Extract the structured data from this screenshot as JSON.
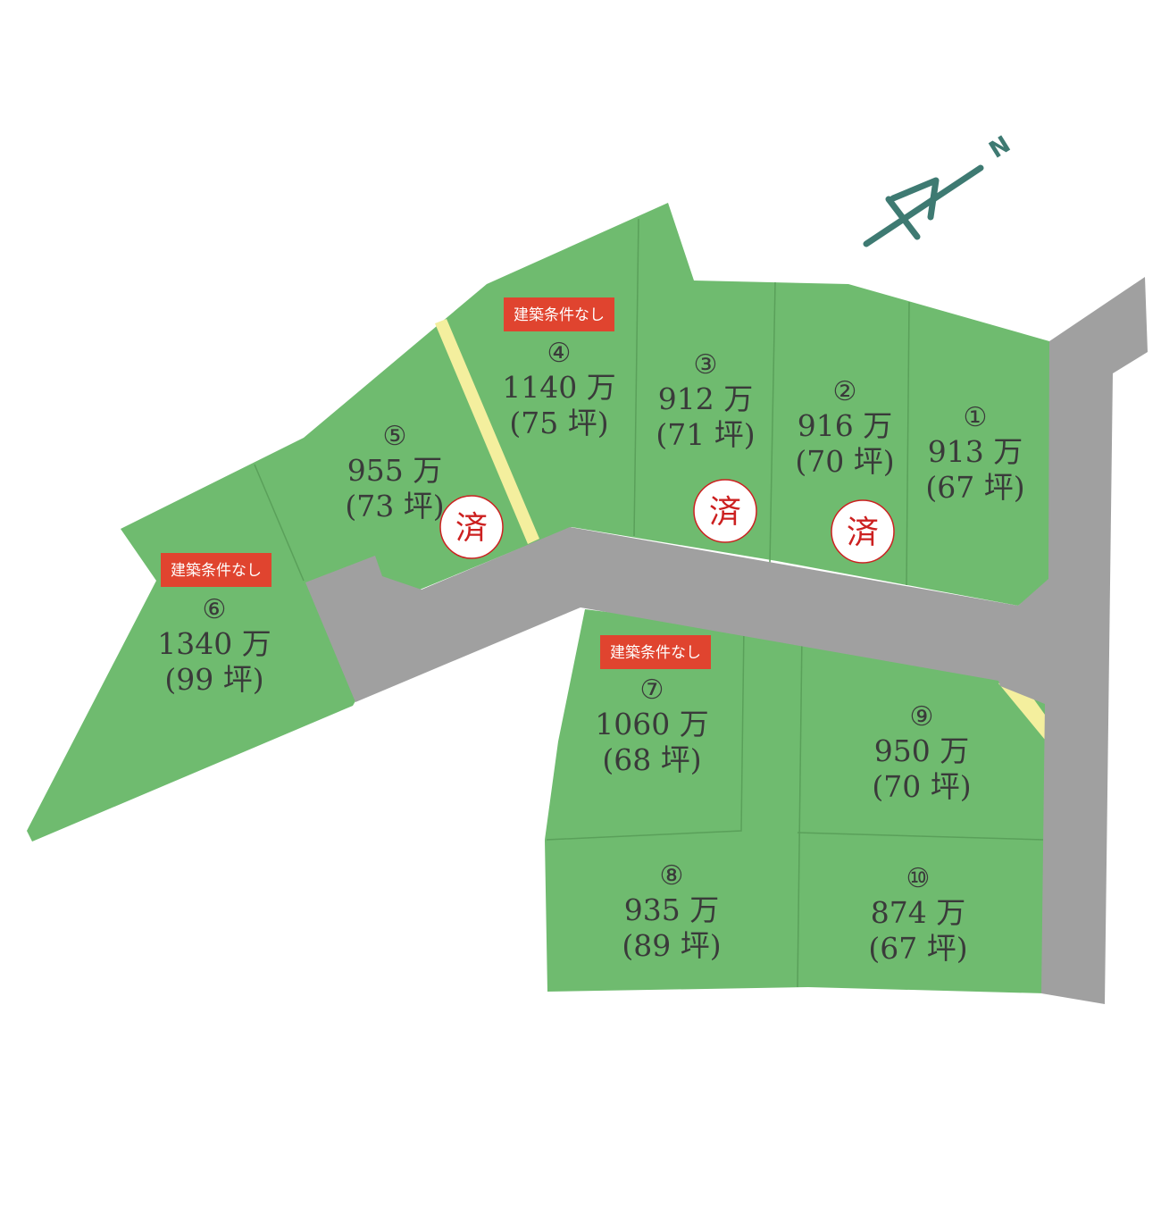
{
  "colors": {
    "lot": "#6fbb6f",
    "lot_divider": "#5aa05a",
    "road": "#a0a0a0",
    "path": "#f4ef9e",
    "tag_bg": "#e0442f",
    "sold_text": "#cc2020",
    "sold_border": "#cc2020",
    "north": "#3e7a72"
  },
  "icons": {
    "north_arrow": "north-arrow-icon",
    "sold_stamp": "sold-stamp-icon"
  },
  "north_label": "N",
  "tag_label": "建築条件なし",
  "sold_label": "済",
  "lots": [
    {
      "id": "1",
      "number": "①",
      "price": "913 万",
      "area": "(67 坪)",
      "tag": false,
      "sold": false
    },
    {
      "id": "2",
      "number": "②",
      "price": "916 万",
      "area": "(70 坪)",
      "tag": false,
      "sold": true
    },
    {
      "id": "3",
      "number": "③",
      "price": "912 万",
      "area": "(71 坪)",
      "tag": false,
      "sold": true
    },
    {
      "id": "4",
      "number": "④",
      "price": "1140 万",
      "area": "(75 坪)",
      "tag": true,
      "sold": false
    },
    {
      "id": "5",
      "number": "⑤",
      "price": "955 万",
      "area": "(73 坪)",
      "tag": false,
      "sold": true
    },
    {
      "id": "6",
      "number": "⑥",
      "price": "1340 万",
      "area": "(99 坪)",
      "tag": true,
      "sold": false
    },
    {
      "id": "7",
      "number": "⑦",
      "price": "1060 万",
      "area": "(68 坪)",
      "tag": true,
      "sold": false
    },
    {
      "id": "8",
      "number": "⑧",
      "price": "935 万",
      "area": "(89 坪)",
      "tag": false,
      "sold": false
    },
    {
      "id": "9",
      "number": "⑨",
      "price": "950 万",
      "area": "(70 坪)",
      "tag": false,
      "sold": false
    },
    {
      "id": "10",
      "number": "⑩",
      "price": "874 万",
      "area": "(67 坪)",
      "tag": false,
      "sold": false
    }
  ]
}
